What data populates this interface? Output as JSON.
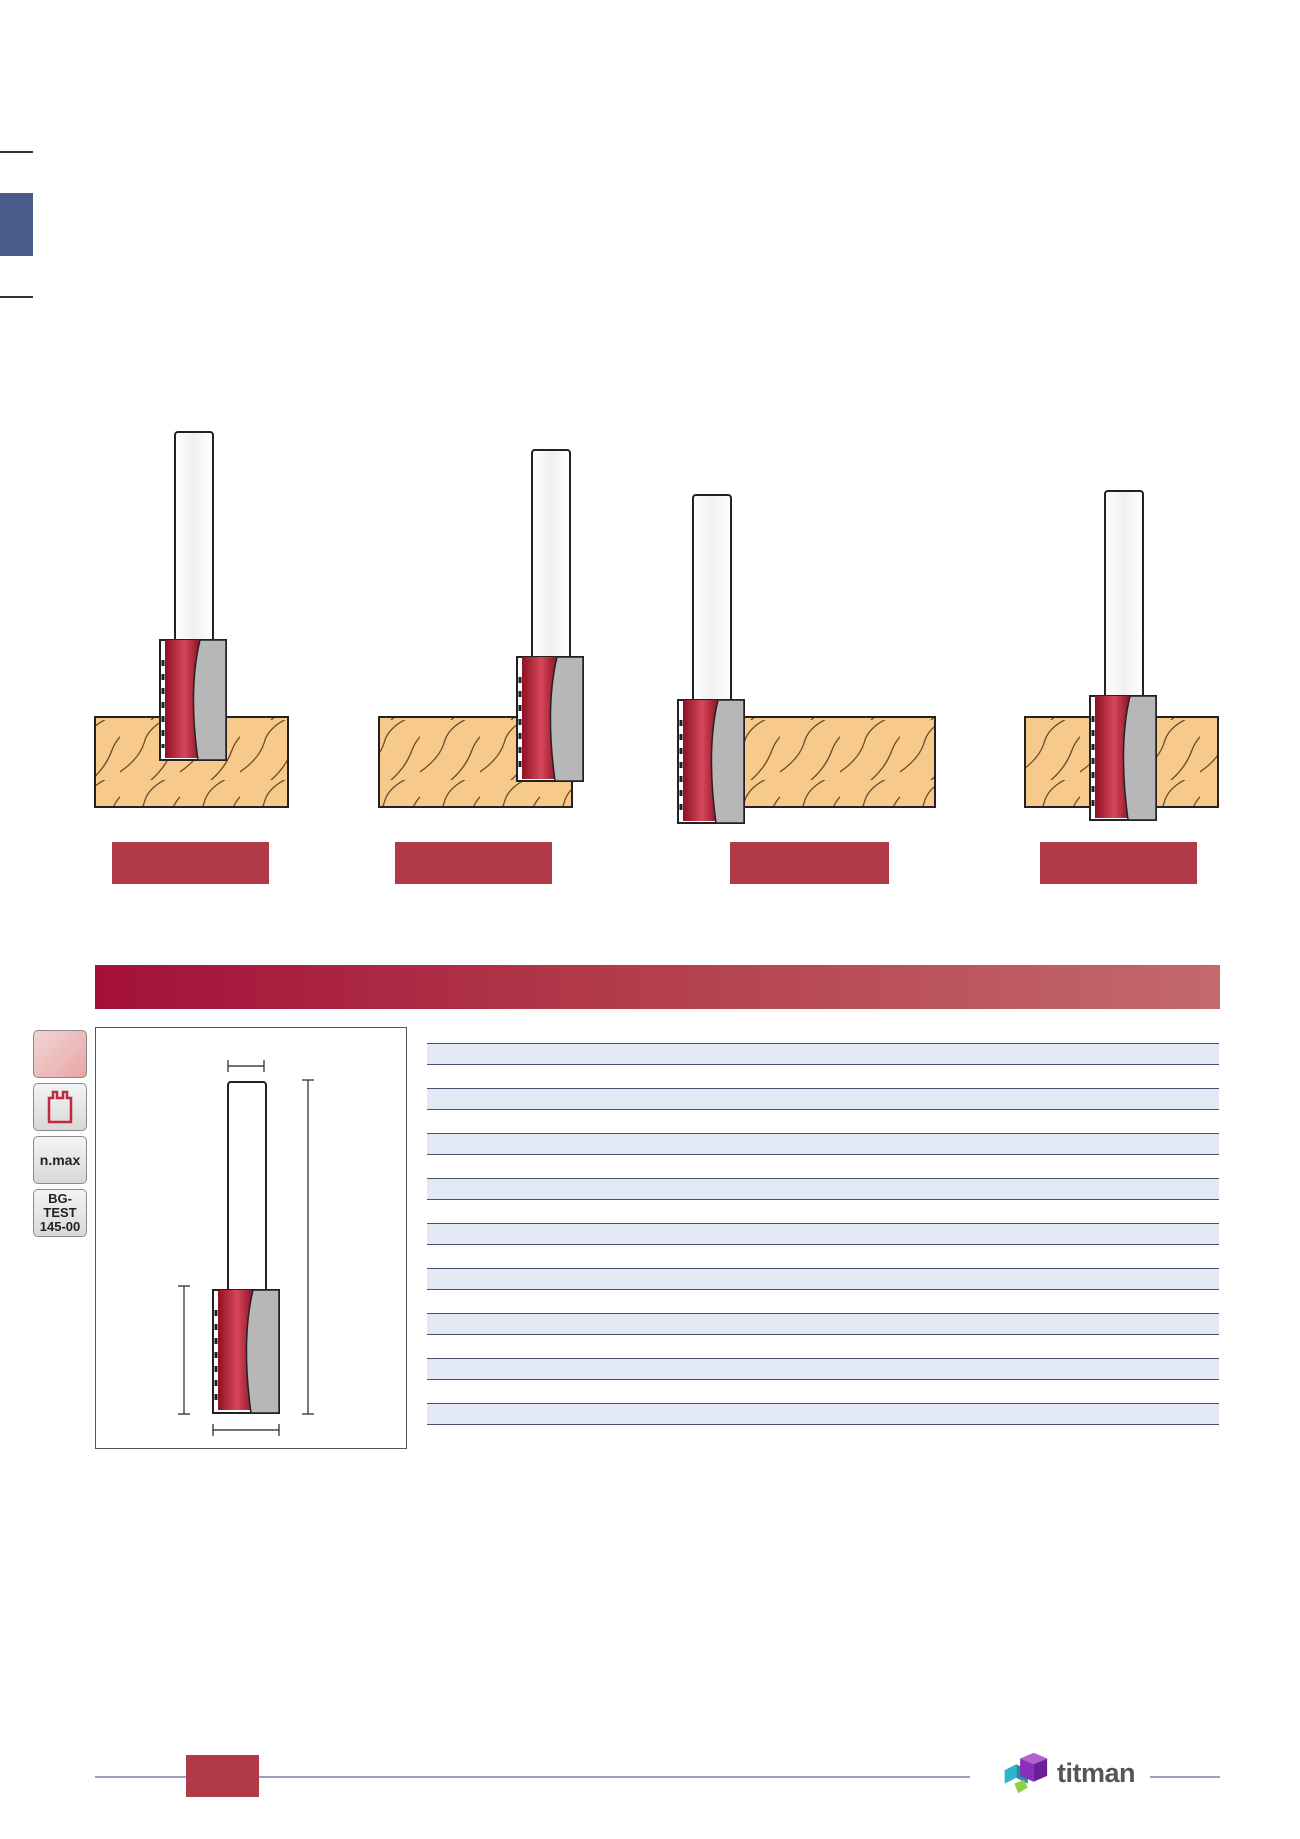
{
  "icons": {
    "nmax_label": "n.max",
    "bgtest_line1": "BG-TEST",
    "bgtest_line2": "145-00"
  },
  "brand": {
    "name": "titman"
  },
  "colors": {
    "accent": "#b03a48",
    "navy_tab": "#4a5b8c",
    "table_row": "#e3e8f5",
    "wood": "#f6c88c",
    "cutter": "#b3283e"
  },
  "illustrations": [
    {
      "icon": "router-bit-groove-cut-icon"
    },
    {
      "icon": "router-bit-edge-rebate-icon"
    },
    {
      "icon": "router-bit-through-cut-icon"
    },
    {
      "icon": "router-bit-plunge-through-icon"
    }
  ],
  "spec_table": {
    "row_count": 9
  }
}
